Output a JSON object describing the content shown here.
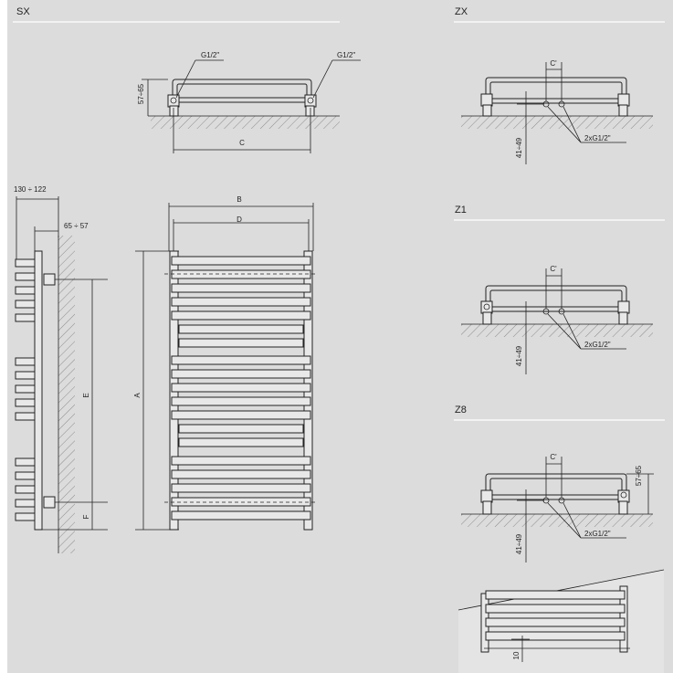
{
  "sections": {
    "sx": "SX",
    "zx": "ZX",
    "z1": "Z1",
    "z8": "Z8"
  },
  "labels": {
    "g12": "G1/2\"",
    "range_57_65": "57÷65",
    "dim_c": "C",
    "dim_c_prime": "C'",
    "dim_b": "B",
    "dim_d": "D",
    "dim_a": "A",
    "dim_e": "E",
    "dim_f": "F",
    "depth_130_122": "130 ÷ 122",
    "depth_65_57": "65 ÷ 57",
    "range_41_49": "41÷49",
    "two_g12": "2xG1/2\"",
    "dim_10": "10"
  },
  "colors": {
    "sheet": "#dcdcdc",
    "line": "#222222"
  }
}
